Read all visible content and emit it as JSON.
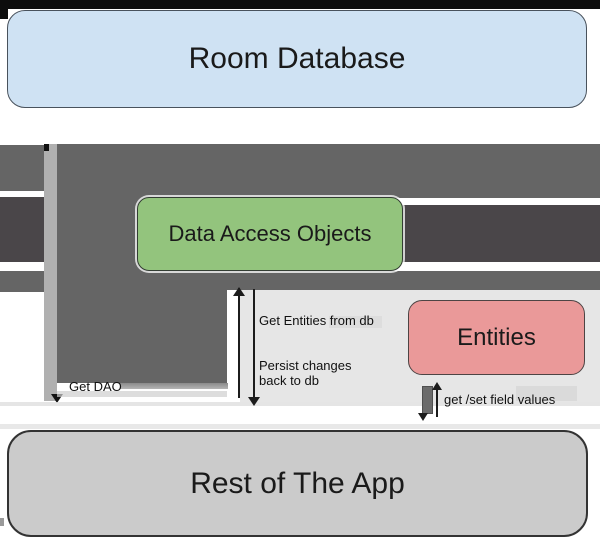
{
  "diagram": {
    "nodes": {
      "room": {
        "label": "Room Database",
        "fill": "#cfe2f3",
        "border": "#49525c"
      },
      "dao": {
        "label": "Data Access Objects",
        "fill": "#93c47d",
        "border": "#333d33"
      },
      "entities": {
        "label": "Entities",
        "fill": "#ea9999",
        "border": "#4d4444"
      },
      "app": {
        "label": "Rest of The App",
        "fill": "#cbcbcb",
        "border": "#333333"
      }
    },
    "edge_labels": {
      "get_dao": "Get DAO",
      "get_entities_from_db": "Get Entities from db",
      "persist_changes_line1": "Persist changes",
      "persist_changes_line2": "back to db",
      "get_set_field_values": "get /set field values"
    },
    "colors": {
      "top_bar_black": "#0d0d0d",
      "arrow_medium_gray": "#656565",
      "arrow_dark_gray": "#4a4649",
      "arrow_light_bar": "#b0b0b0",
      "panel_light_gray": "#e6e6e6",
      "arrow_line_black": "#1c1c1c"
    }
  }
}
